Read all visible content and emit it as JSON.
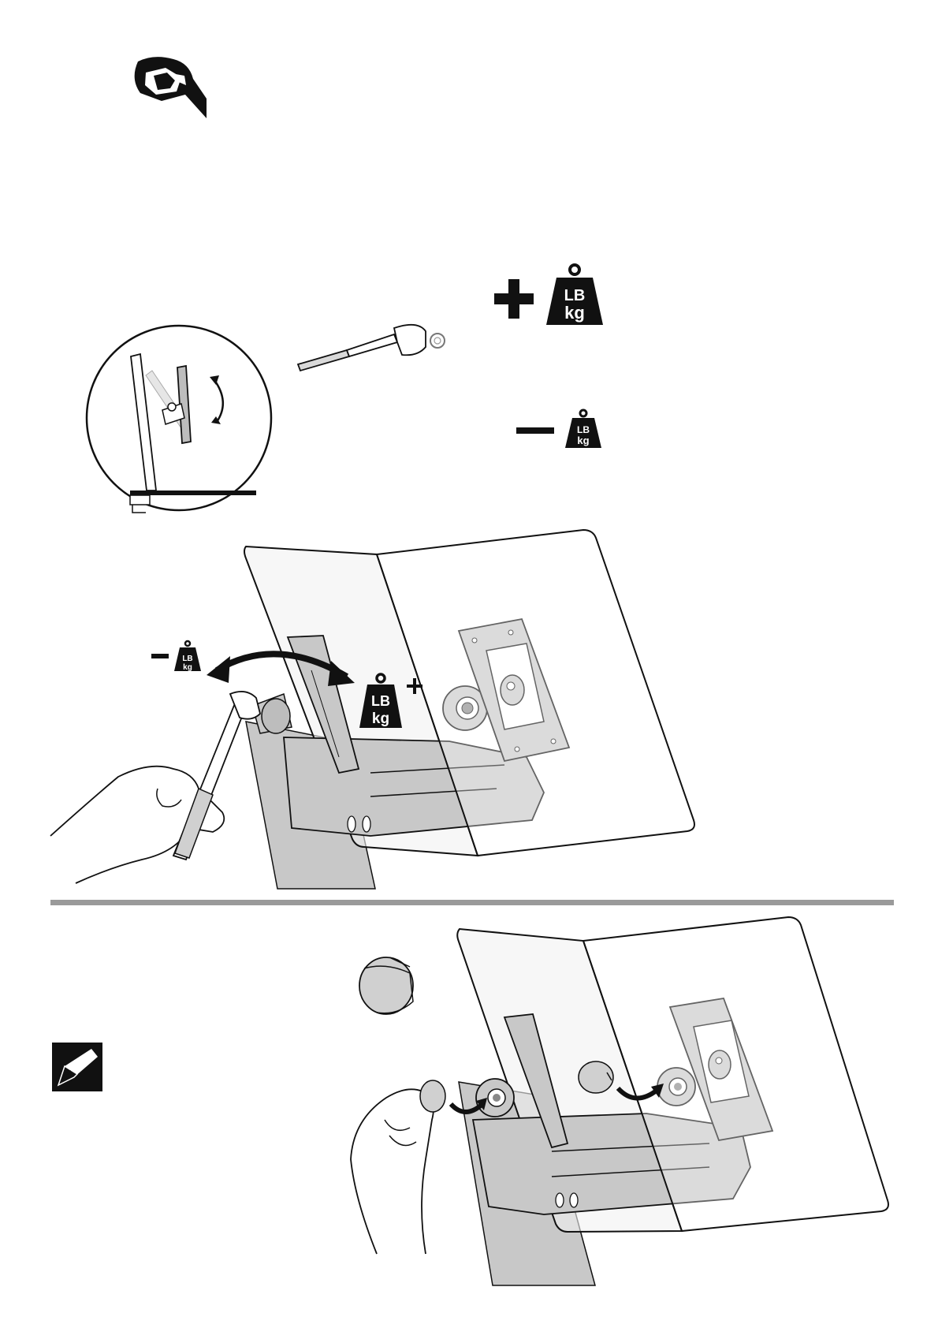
{
  "page": {
    "background": "#ffffff",
    "accent_gray": "#9a9a9a",
    "ink": "#111111",
    "part_fill": "#c8c8c8"
  },
  "header": {
    "icon": "adjust-tool-icon"
  },
  "weight_icons": {
    "big": {
      "line1": "LB",
      "line2": "kg",
      "sign": "+"
    },
    "medium": {
      "line1": "LB",
      "line2": "kg",
      "sign": "−"
    },
    "small_left": {
      "line1": "LB",
      "line2": "kg",
      "sign": "−"
    },
    "big_right": {
      "line1": "LB",
      "line2": "kg",
      "sign": "+"
    }
  },
  "figures": {
    "tension_adjust": {
      "tool": "ratchet-wrench-icon",
      "inset": "tilt-inset"
    },
    "caps_install": {
      "note_icon": "pencil-note-icon"
    }
  }
}
